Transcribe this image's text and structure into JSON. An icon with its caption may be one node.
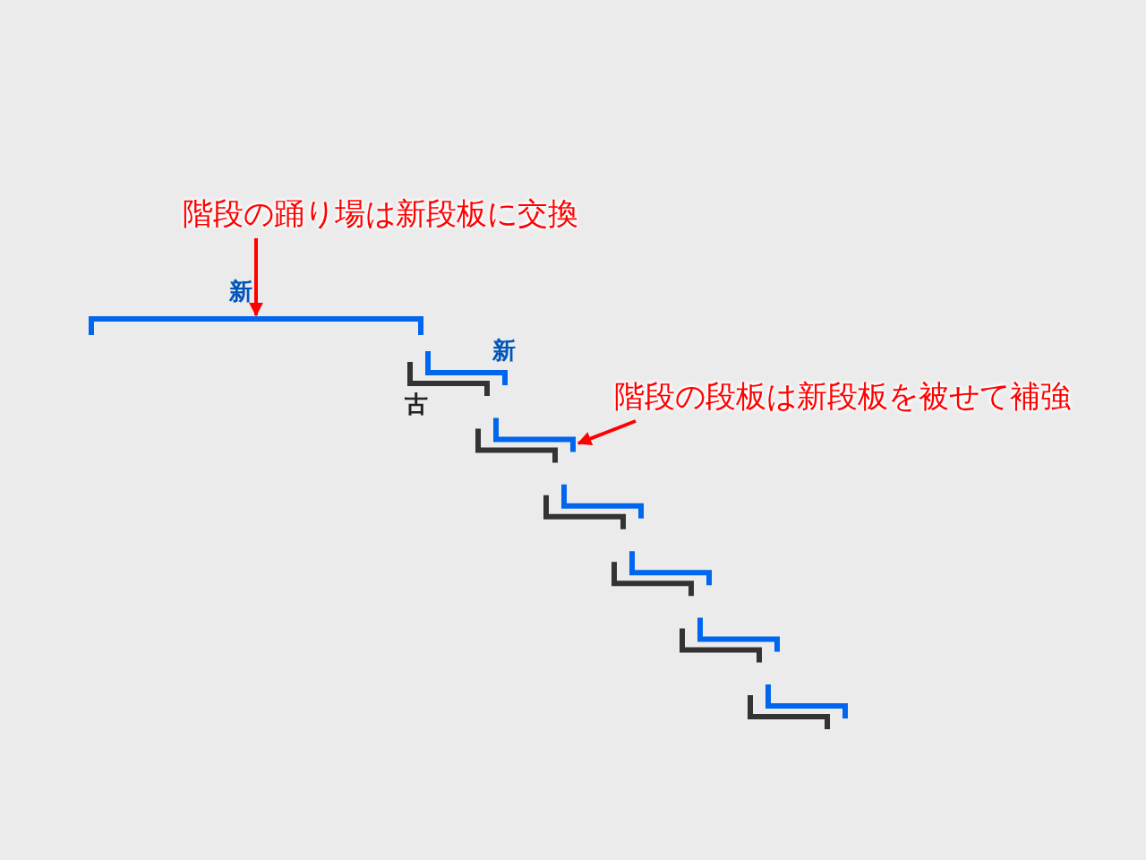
{
  "diagram": {
    "nodes": [
      {
        "text": [
          "階段の踊り場は新段板に交換"
        ]
      },
      {
        "text": [],
        "shape": "bar",
        "beside": [
          "新"
        ]
      },
      {
        "text": [
          "階段の段板は新段板を被せて補強"
        ]
      },
      {
        "text": [],
        "shape": "bar"
      }
    ],
    "edges": [
      {
        "from": 0,
        "to": 1,
        "arrow": "to"
      },
      {
        "from": 2,
        "to": 3,
        "arrow": "to"
      }
    ],
    "labels": [
      "新",
      "古"
    ]
  }
}
